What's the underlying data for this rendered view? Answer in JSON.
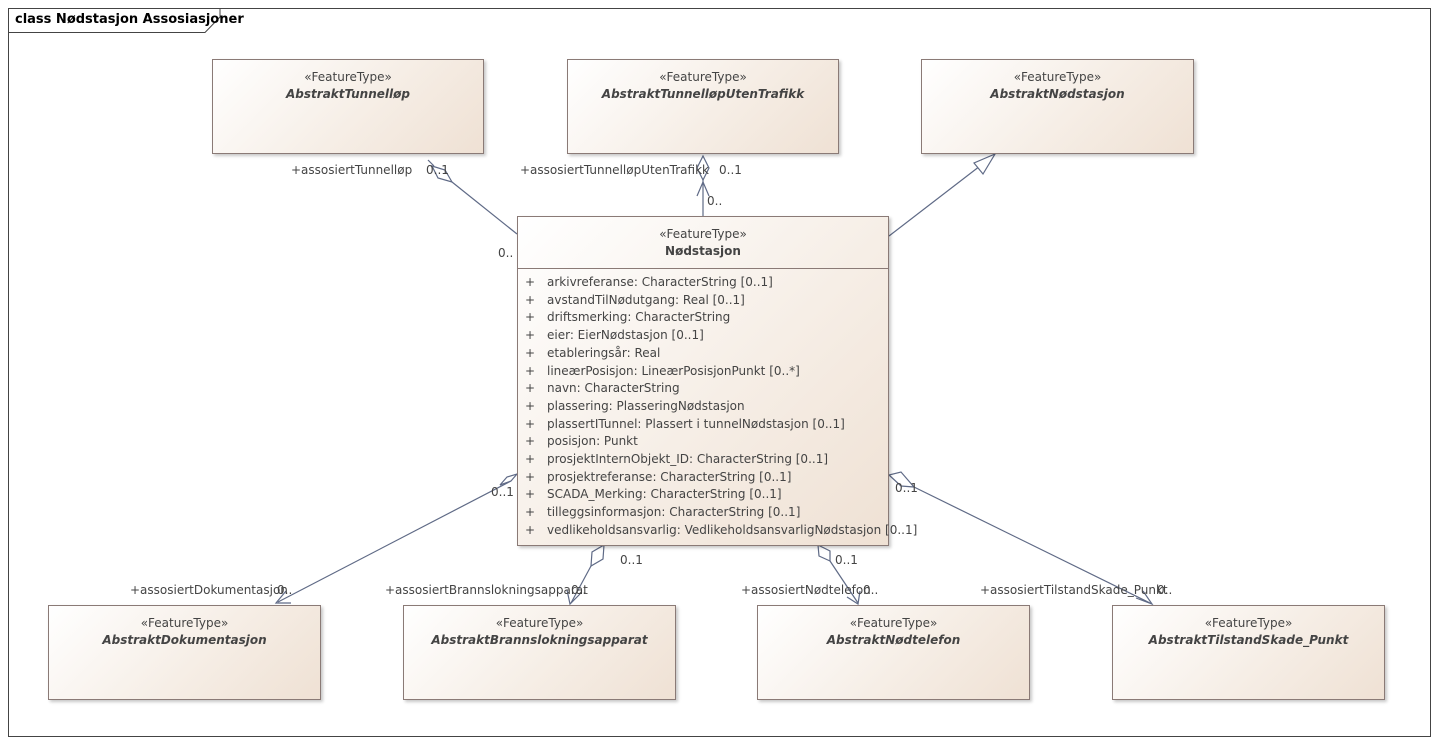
{
  "frame": {
    "title": "class Nødstasjon Assosiasjoner"
  },
  "classes": {
    "center": {
      "stereotype": "«FeatureType»",
      "name": "Nødstasjon",
      "attributes": [
        {
          "vis": "+",
          "text": "arkivreferanse: CharacterString [0..1]"
        },
        {
          "vis": "+",
          "text": "avstandTilNødutgang: Real [0..1]"
        },
        {
          "vis": "+",
          "text": "driftsmerking: CharacterString"
        },
        {
          "vis": "+",
          "text": "eier: EierNødstasjon [0..1]"
        },
        {
          "vis": "+",
          "text": "etableringsår: Real"
        },
        {
          "vis": "+",
          "text": "lineærPosisjon: LineærPosisjonPunkt [0..*]"
        },
        {
          "vis": "+",
          "text": "navn: CharacterString"
        },
        {
          "vis": "+",
          "text": "plassering: PlasseringNødstasjon"
        },
        {
          "vis": "+",
          "text": "plassertITunnel: Plassert i tunnelNødstasjon [0..1]"
        },
        {
          "vis": "+",
          "text": "posisjon: Punkt"
        },
        {
          "vis": "+",
          "text": "prosjektInternObjekt_ID: CharacterString [0..1]"
        },
        {
          "vis": "+",
          "text": "prosjektreferanse: CharacterString [0..1]"
        },
        {
          "vis": "+",
          "text": "SCADA_Merking: CharacterString [0..1]"
        },
        {
          "vis": "+",
          "text": "tilleggsinformasjon: CharacterString [0..1]"
        },
        {
          "vis": "+",
          "text": "vedlikeholdsansvarlig: VedlikeholdsansvarligNødstasjon [0..1]"
        }
      ]
    },
    "tunnellop": {
      "stereotype": "«FeatureType»",
      "name": "AbstraktTunnelløp"
    },
    "tunnellop_uten": {
      "stereotype": "«FeatureType»",
      "name": "AbstraktTunnelløpUtenTrafikk"
    },
    "nodstasjon_abs": {
      "stereotype": "«FeatureType»",
      "name": "AbstraktNødstasjon"
    },
    "dokumentasjon": {
      "stereotype": "«FeatureType»",
      "name": "AbstraktDokumentasjon"
    },
    "brann": {
      "stereotype": "«FeatureType»",
      "name": "AbstraktBrannslokningsapparat"
    },
    "telefon": {
      "stereotype": "«FeatureType»",
      "name": "AbstraktNødtelefon"
    },
    "tilstand": {
      "stereotype": "«FeatureType»",
      "name": "AbstraktTilstandSkade_Punkt"
    }
  },
  "associations": {
    "tunnellop": {
      "role": "+assosiertTunnelløp",
      "mult_target": "0..1",
      "mult_source": "0.."
    },
    "tunnellop_uten": {
      "role": "+assosiertTunnelløpUtenTrafikk",
      "mult_target": "0..1",
      "mult_source": "0.."
    },
    "dokumentasjon": {
      "role": "+assosiertDokumentasjon",
      "mult_target": "0..",
      "mult_source": "0..1"
    },
    "brann": {
      "role": "+assosiertBrannslokningsapparat",
      "mult_target": "0..",
      "mult_source": "0..1"
    },
    "telefon": {
      "role": "+assosiertNødtelefon",
      "mult_target": "0..",
      "mult_source": "0..1"
    },
    "tilstand": {
      "role": "+assosiertTilstandSkade_Punkt",
      "mult_target": "0..",
      "mult_source": "0..1"
    }
  },
  "colors": {
    "line": "#5f6a86",
    "box_border": "#8a7a76",
    "box_fill_start": "#ffffff",
    "box_fill_end": "#efe1d4"
  }
}
